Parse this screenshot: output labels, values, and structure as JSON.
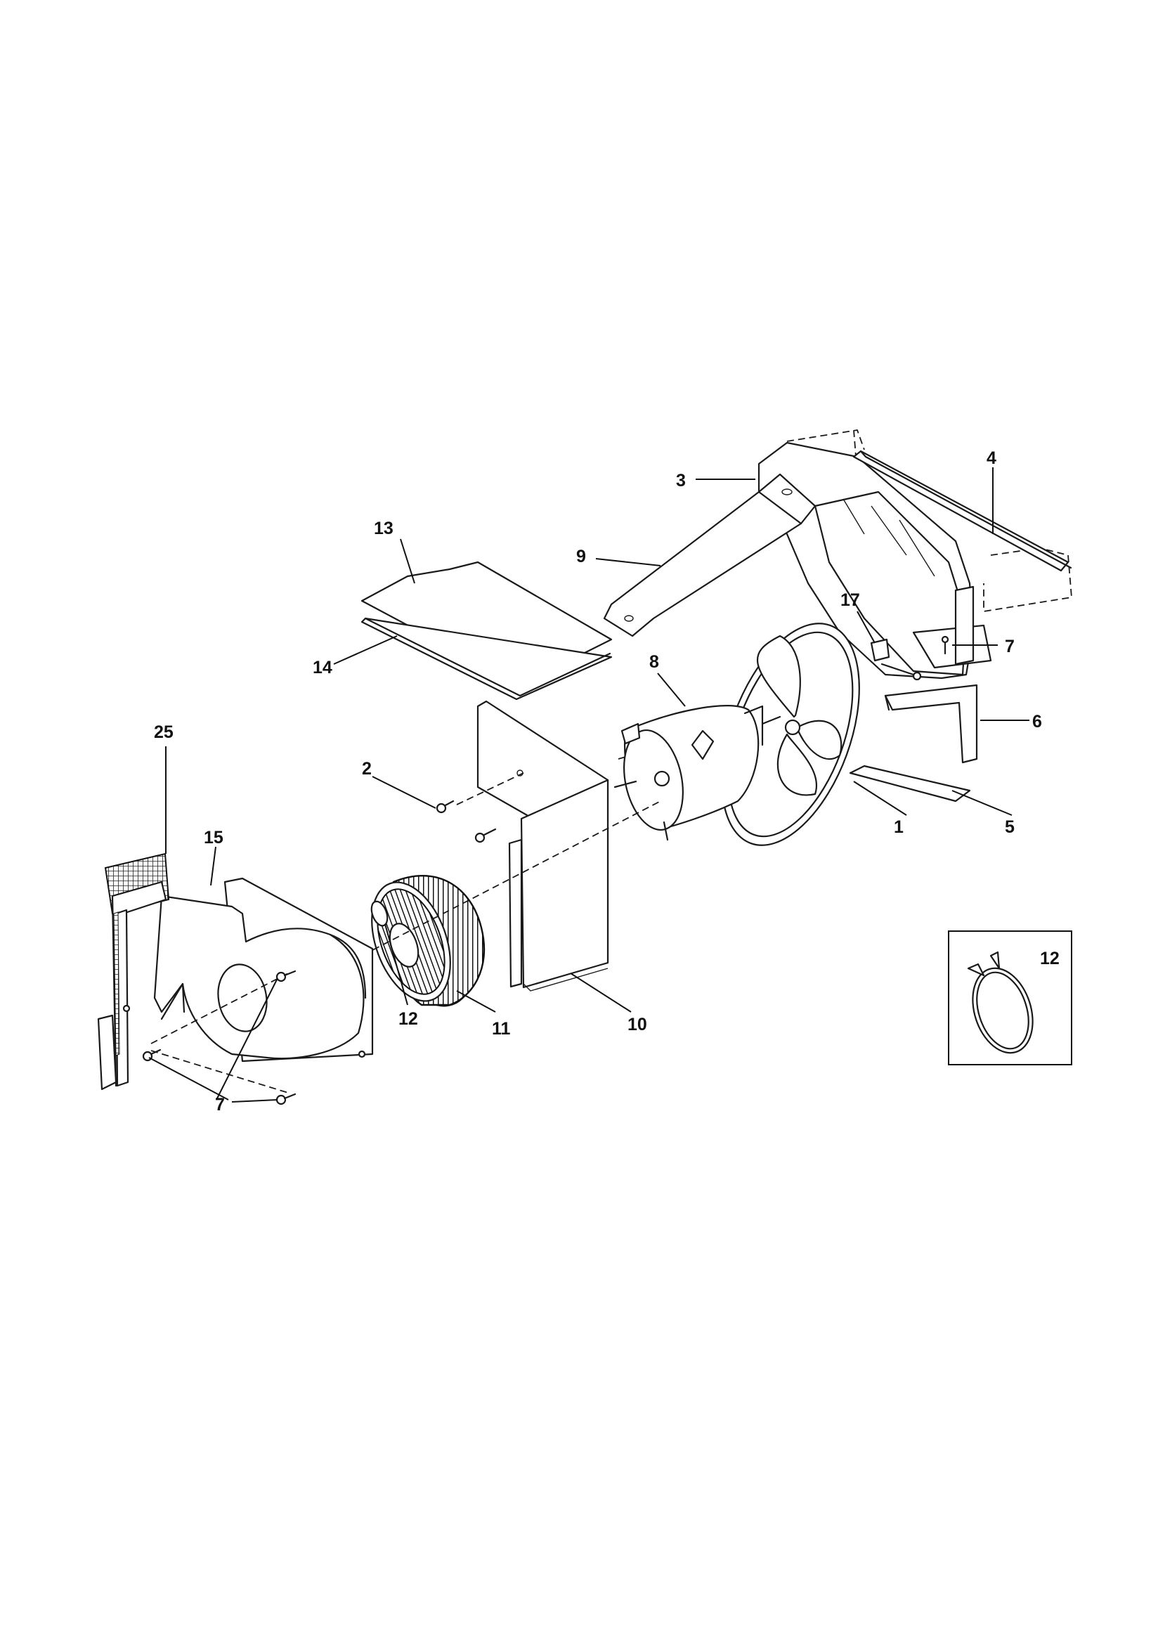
{
  "diagram": {
    "callouts": {
      "c1": "1",
      "c2": "2",
      "c3": "3",
      "c4": "4",
      "c5": "5",
      "c6": "6",
      "c7a": "7",
      "c7b": "7",
      "c8": "8",
      "c9": "9",
      "c10": "10",
      "c11": "11",
      "c12a": "12",
      "c12b": "12",
      "c13": "13",
      "c14": "14",
      "c15": "15",
      "c17": "17",
      "c25": "25"
    }
  }
}
